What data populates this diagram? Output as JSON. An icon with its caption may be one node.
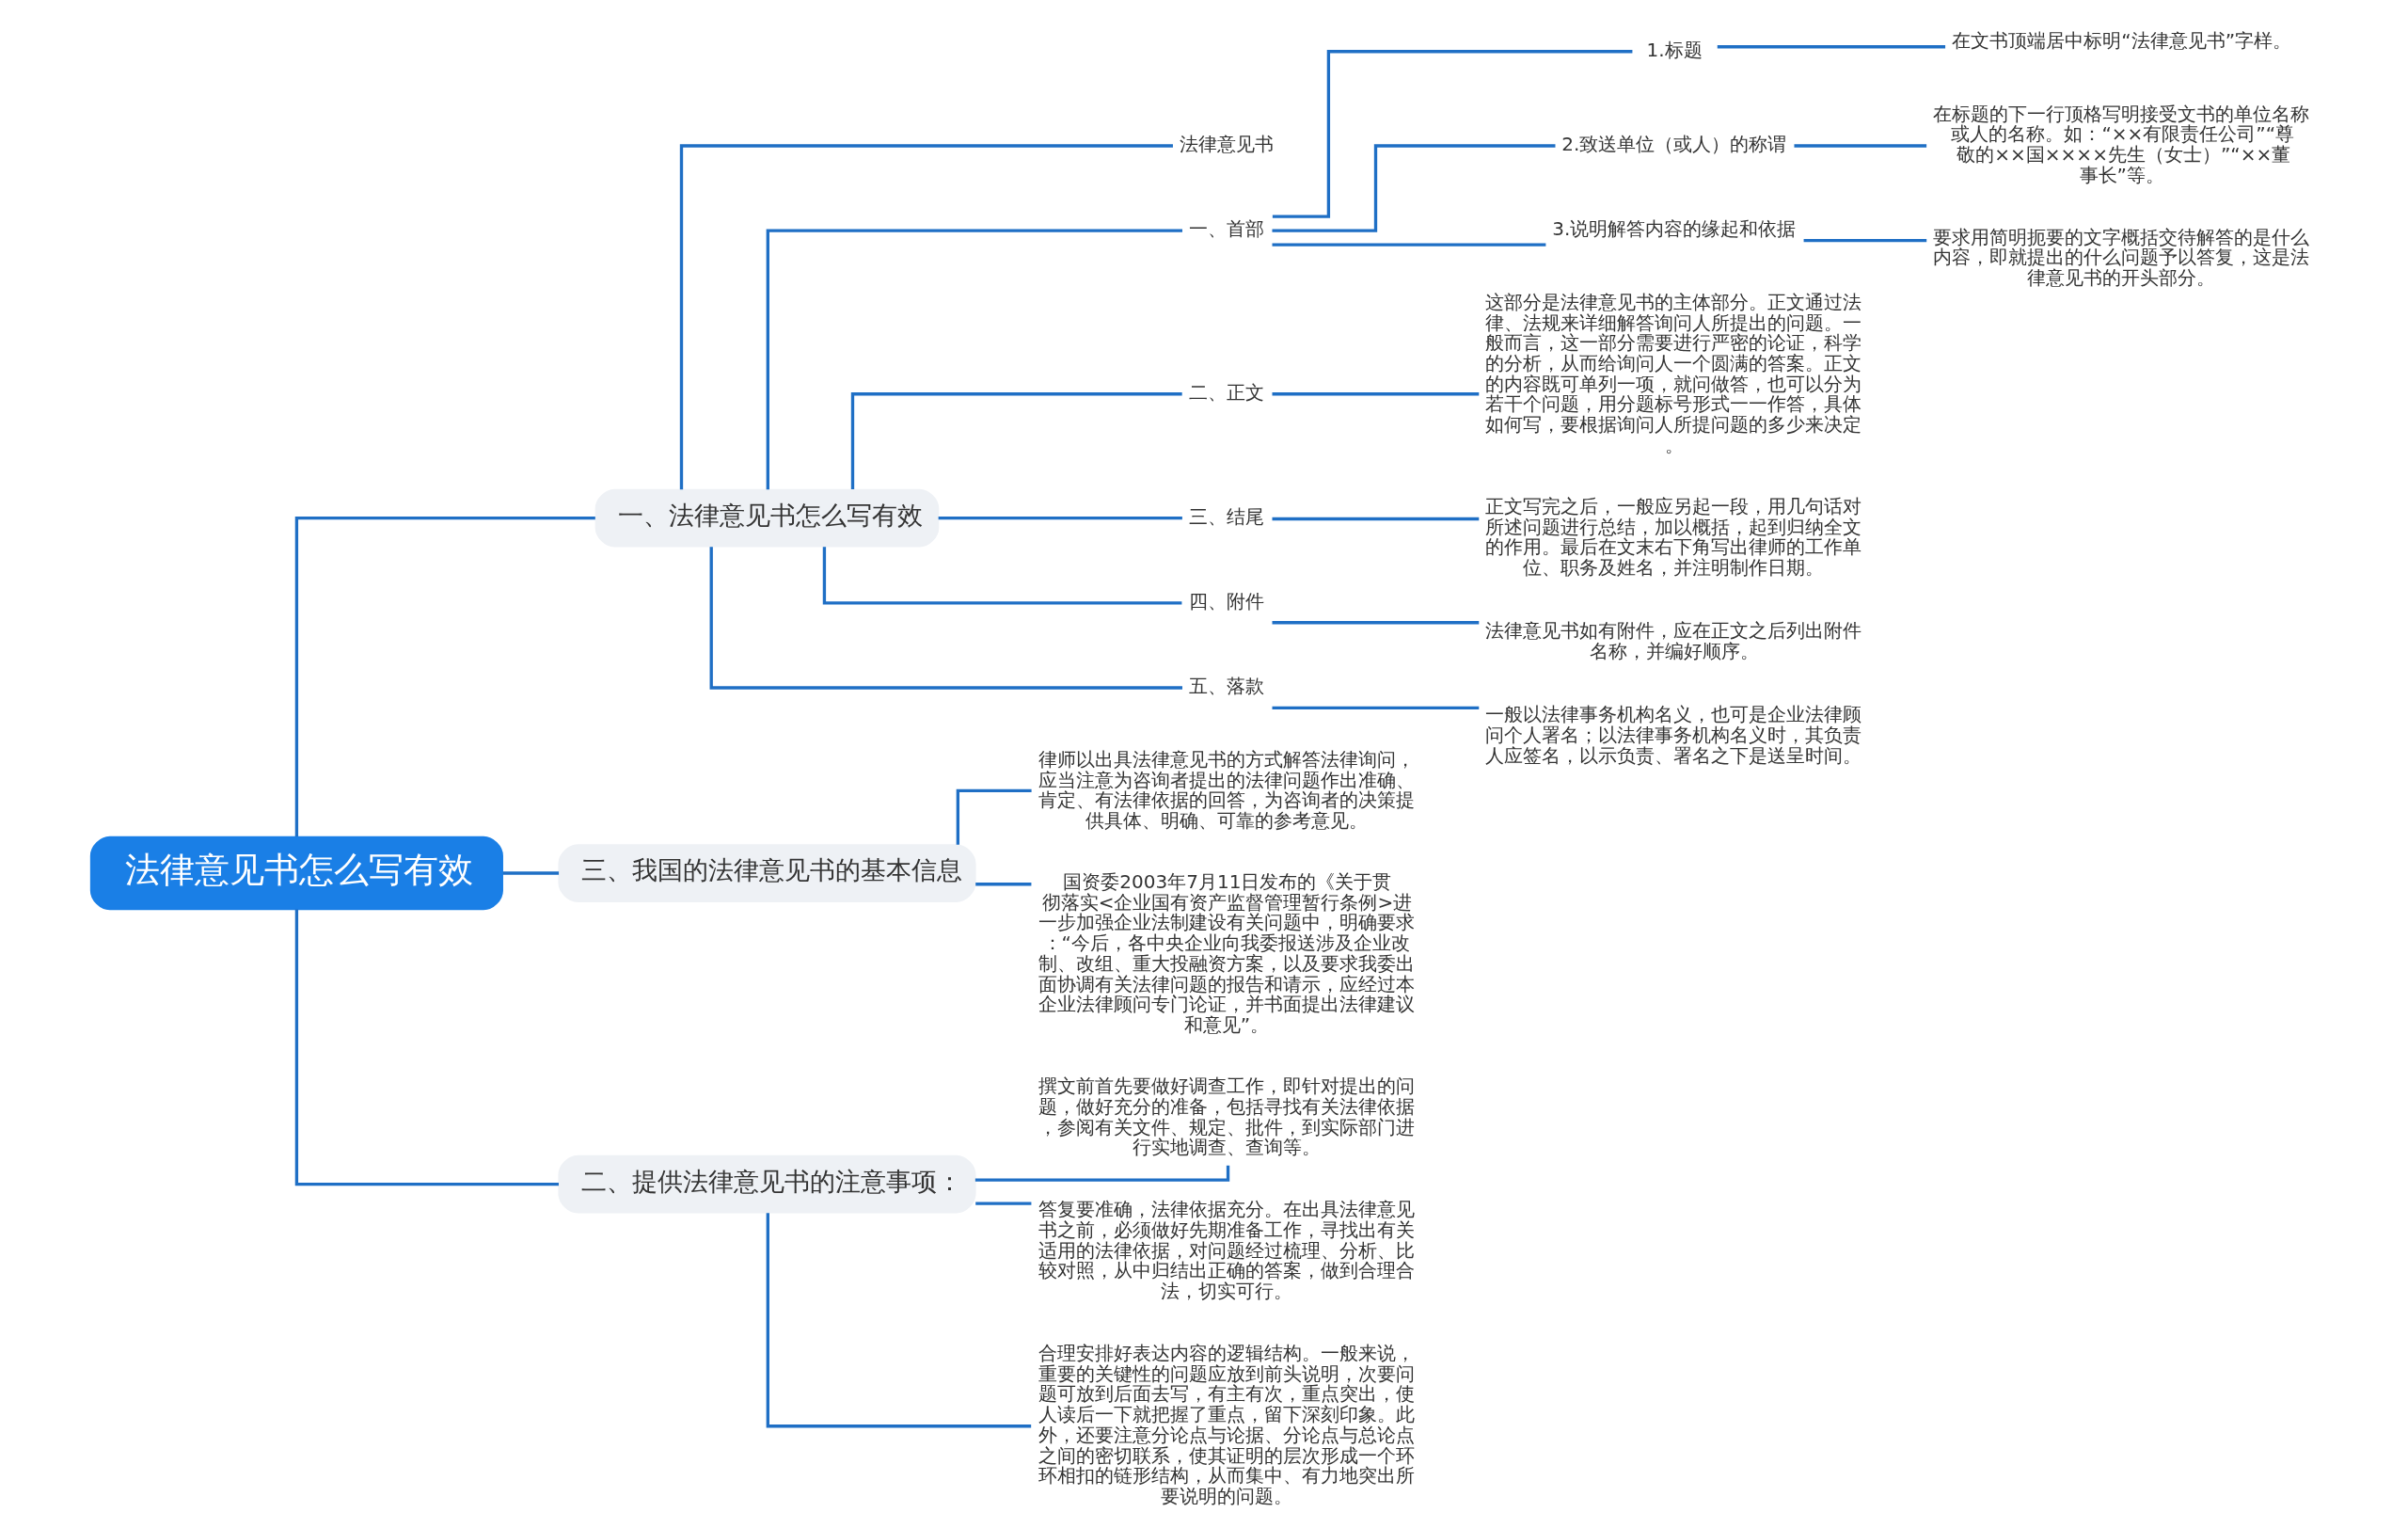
{
  "diagram": {
    "nodes": [
      {
        "text": [
          "法律意见书怎么写有效"
        ]
      },
      {
        "text": [
          "一、法律意见书怎么写有效"
        ]
      },
      {
        "text": [
          "法律意见书"
        ]
      },
      {
        "text": [
          "一、首部"
        ]
      },
      {
        "text": [
          "1.标题"
        ]
      },
      {
        "text": [
          "在文书顶端居中标明“法律意见书”字样。"
        ]
      },
      {
        "text": [
          "2.致送单位（或人）的称谓"
        ]
      },
      {
        "text": [
          "在标题的下一行顶格写明接受文书的单位名称或人的名称。如：“××有限责任公司”“尊敬的××国××××先生（女士）”“××董事长”等。"
        ]
      },
      {
        "text": [
          "3.说明解答内容的缘起和依据"
        ]
      },
      {
        "text": [
          "要求用简明扼要的文字概括交待解答的是什么内容，即就提出的什么问题予以答复，这是法律意见书的开头部分。"
        ]
      },
      {
        "text": [
          "二、正文"
        ]
      },
      {
        "text": [
          "这部分是法律意见书的主体部分。正文通过法律、法规来详细解答询问人所提出的问题。一般而言，这一部分需要进行严密的论证，科学的分析，从而给询问人一个圆满的答案。正文的内容既可单列一项，就问做答，也可以分为若干个问题，用分题标号形式一一作答，具体如何写，要根据询问人所提问题的多少来决定。"
        ]
      },
      {
        "text": [
          "三、结尾"
        ]
      },
      {
        "text": [
          "正文写完之后，一般应另起一段，用几句话对所述问题进行总结，加以概括，起到归纳全文的作用。最后在文末右下角写出律师的工作单位、职务及姓名，并注明制作日期。"
        ]
      },
      {
        "text": [
          "四、附件"
        ]
      },
      {
        "text": [
          "法律意见书如有附件，应在正文之后列出附件名称，并编好顺序。"
        ]
      },
      {
        "text": [
          "五、落款"
        ]
      },
      {
        "text": [
          "一般以法律事务机构名义，也可是企业法律顾问个人署名；以法律事务机构名义时，其负责人应签名，以示负责、署名之下是送呈时间。"
        ]
      },
      {
        "text": [
          "三、我国的法律意见书的基本信息"
        ]
      },
      {
        "text": [
          "律师以出具法律意见书的方式解答法律询问，应当注意为咨询者提出的法律问题作出准确、肯定、有法律依据的回答，为咨询者的决策提供具体、明确、可靠的参考意见。"
        ]
      },
      {
        "text": [
          "国资委2003年7月11日发布的《关于贯彻落实<企业国有资产监督管理暂行条例>进一步加强企业法制建设有关问题中，明确要求：“今后，各中央企业向我委报送涉及企业改制、改组、重大投融资方案，以及要求我委出面协调有关法律问题的报告和请示，应经过本企业法律顾问专门论证，并书面提出法律建议和意见”。"
        ]
      },
      {
        "text": [
          "二、提供法律意见书的注意事项："
        ]
      },
      {
        "text": [
          "撰文前首先要做好调查工作，即针对提出的问题，做好充分的准备，包括寻找有关法律依据，参阅有关文件、规定、批件，到实际部门进行实地调查、查询等。"
        ]
      },
      {
        "text": [
          "答复要准确，法律依据充分。在出具法律意见书之前，必须做好先期准备工作，寻找出有关适用的法律依据，对问题经过梳理、分析、比较对照，从中归结出正确的答案，做到合理合法，切实可行。"
        ]
      },
      {
        "text": [
          "合理安排好表达内容的逻辑结构。一般来说，重要的关键性的问题应放到前头说明，次要问题可放到后面去写，有主有次，重点突出，使人读后一下就把握了重点，留下深刻印象。此外，还要注意分论点与论据、分论点与总论点之间的密切联系，使其证明的层次形成一个环环相扣的链形结构，从而集中、有力地突出所要说明的问题。"
        ]
      }
    ],
    "edges": [
      {
        "from": 0,
        "to": 1,
        "arrow": "none"
      },
      {
        "from": 1,
        "to": 2,
        "arrow": "none"
      },
      {
        "from": 1,
        "to": 3,
        "arrow": "none"
      },
      {
        "from": 3,
        "to": 4,
        "arrow": "none"
      },
      {
        "from": 4,
        "to": 5,
        "arrow": "none"
      },
      {
        "from": 3,
        "to": 6,
        "arrow": "none"
      },
      {
        "from": 6,
        "to": 7,
        "arrow": "none"
      },
      {
        "from": 3,
        "to": 8,
        "arrow": "none"
      },
      {
        "from": 8,
        "to": 9,
        "arrow": "none"
      },
      {
        "from": 1,
        "to": 10,
        "arrow": "none"
      },
      {
        "from": 10,
        "to": 11,
        "arrow": "none"
      },
      {
        "from": 1,
        "to": 12,
        "arrow": "none"
      },
      {
        "from": 12,
        "to": 13,
        "arrow": "none"
      },
      {
        "from": 1,
        "to": 14,
        "arrow": "none"
      },
      {
        "from": 14,
        "to": 15,
        "arrow": "none"
      },
      {
        "from": 1,
        "to": 16,
        "arrow": "none"
      },
      {
        "from": 16,
        "to": 17,
        "arrow": "none"
      },
      {
        "from": 0,
        "to": 18,
        "arrow": "none"
      },
      {
        "from": 18,
        "to": 19,
        "arrow": "none"
      },
      {
        "from": 18,
        "to": 20,
        "arrow": "none"
      },
      {
        "from": 0,
        "to": 21,
        "arrow": "none"
      },
      {
        "from": 21,
        "to": 22,
        "arrow": "none"
      },
      {
        "from": 21,
        "to": 23,
        "arrow": "none"
      },
      {
        "from": 21,
        "to": 24,
        "arrow": "none"
      }
    ]
  }
}
